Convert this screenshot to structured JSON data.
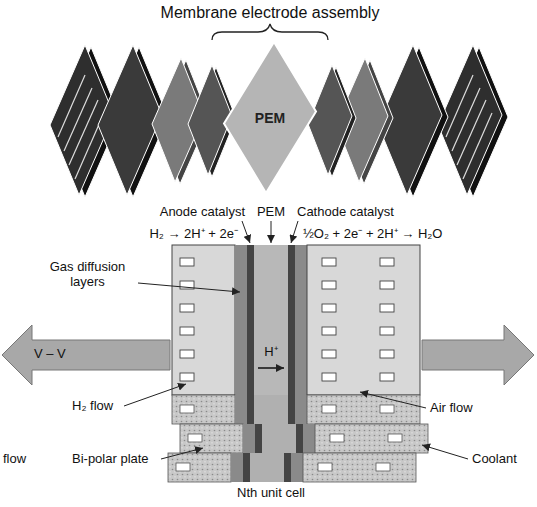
{
  "diagram": {
    "nodes": [
      {
        "text": [
          "PEM"
        ]
      }
    ],
    "labels": [
      "Membrane electrode assembly",
      "Anode catalyst",
      "PEM",
      "Cathode catalyst",
      "H₂ → 2H⁺ + 2e⁻",
      "½O₂ + 2e⁻ + 2H⁺ → H₂O",
      "Gas diffusion layers",
      "H⁺",
      "V – V",
      "H₂ flow",
      "Air flow",
      "flow",
      "Bi-polar plate",
      "Coolant",
      "Nth unit cell"
    ]
  }
}
